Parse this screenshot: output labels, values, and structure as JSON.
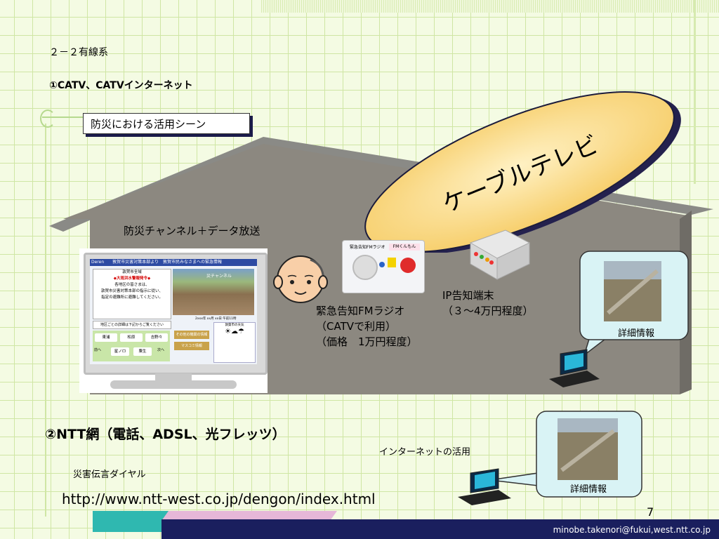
{
  "heading": "２－２有線系",
  "subheading": "①CATV、CATVインターネット",
  "scene_label": "防災における活用シーン",
  "ellipse_title": "ケーブルテレビ",
  "channel_label": "防災チャンネル＋データ放送",
  "tv_screen": {
    "topbar": "Deren　　敦賀市災害対策本部より　敦賀市民みなさまへの緊急情報",
    "alert_lines": [
      "敦賀市全域",
      "◆大雨洪水警報発令◆",
      "各地区の皆さまは、",
      "敦賀市災害対策本部の指示に従い、",
      "指定の避難所に避難してください。"
    ],
    "detail_link": "地区ごとの詳細は下記からご覧ください",
    "areas": [
      "東浦",
      "松原",
      "吉野々"
    ],
    "other_info": "その他の機関の情報",
    "mascomi": "マスコミ情報",
    "nav": [
      "前へ",
      "星ノロ",
      "粟生",
      "次へ"
    ],
    "photo_caption": "災チャンネル",
    "date_text": "2xxx年 xx月 xx日 午前11時",
    "weather_title": "敦賀市の天気"
  },
  "radio_device": {
    "label": "緊急告知FMラジオ",
    "panel_text": "FMくんもん"
  },
  "radio_caption": [
    "緊急告知FMラジオ",
    "（CATVで利用）",
    "（価格　1万円程度）"
  ],
  "ip_caption": [
    "IP告知端末",
    "（３～4万円程度）"
  ],
  "detail_label": "詳細情報",
  "ntt_heading": "②NTT網（電話、ADSL、光フレッツ）",
  "internet_use": "インターネットの活用",
  "dial_label": "災害伝言ダイヤル",
  "url": "http://www.ntt-west.co.jp/dengon/index.html",
  "page_number": "7",
  "footer_email": "minobe.takenori@fukui,west.ntt.co.jp"
}
